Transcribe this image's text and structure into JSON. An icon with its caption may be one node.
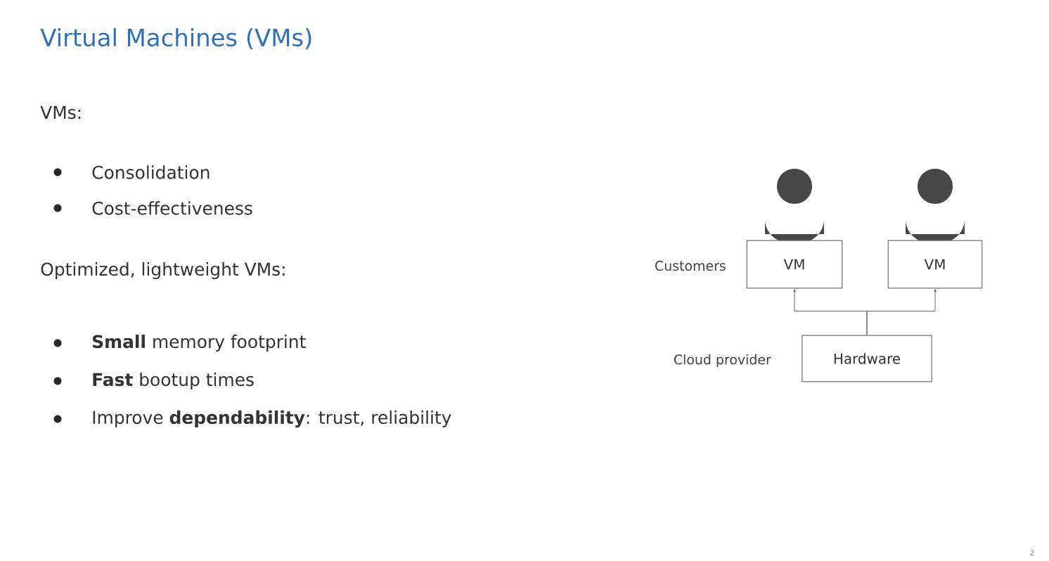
{
  "diagram": {
    "title": "Virtual Machines (VMs)",
    "nodes": [
      {
        "text": [
          "VM"
        ]
      },
      {
        "text": [
          "VM"
        ]
      },
      {
        "text": [
          "Hardware"
        ]
      }
    ],
    "edges": [
      {
        "from": 2,
        "to": 0,
        "arrow": "to"
      },
      {
        "from": 2,
        "to": 1,
        "arrow": "to"
      }
    ],
    "labels": [
      "VMs:",
      "Consolidation",
      "Cost-effectiveness",
      "Optimized, lightweight VMs:",
      "**Small** memory footprint",
      "**Fast** bootup times",
      "Improve **dependability**: trust, reliability",
      "Customers",
      "Cloud provider",
      "2"
    ]
  }
}
